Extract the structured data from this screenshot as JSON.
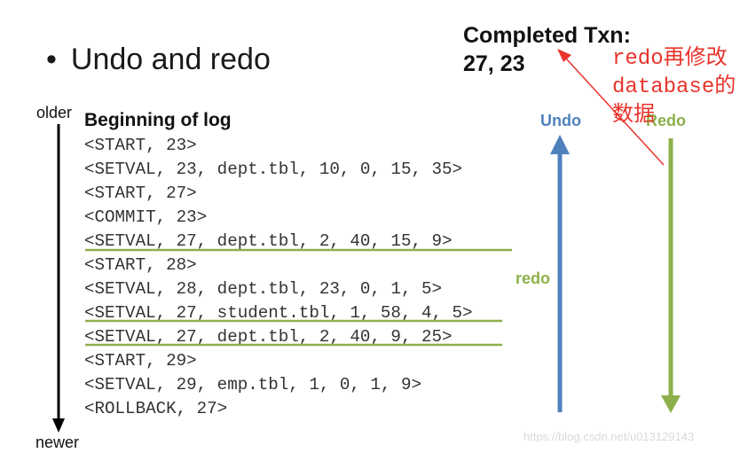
{
  "slide": {
    "bullet": "•",
    "title": "Undo and redo",
    "completed_label": "Completed Txn:",
    "completed_values": "27, 23"
  },
  "axis": {
    "older": "older",
    "newer": "newer"
  },
  "log": {
    "title": "Beginning of log",
    "entries": [
      "<START, 23>",
      "<SETVAL, 23, dept.tbl, 10, 0, 15, 35>",
      "<START, 27>",
      "<COMMIT, 23>",
      "<SETVAL, 27, dept.tbl, 2, 40, 15, 9>",
      "<START, 28>",
      "<SETVAL, 28, dept.tbl, 23, 0, 1, 5>",
      "<SETVAL, 27, student.tbl, 1, 58, 4, 5>",
      "<SETVAL, 27, dept.tbl, 2, 40, 9, 25>",
      "<START, 29>",
      "<SETVAL, 29, emp.tbl, 1, 0, 1, 9>",
      "<ROLLBACK, 27>"
    ],
    "underlined_entries": [
      4,
      7,
      8
    ]
  },
  "arrows": {
    "undo_label": "Undo",
    "redo_label": "Redo",
    "redo_mid_label": "redo"
  },
  "annotation": {
    "line1": "redo再修改",
    "line2": "database的",
    "line3": "数据"
  },
  "watermark": "https://blog.csdn.net/u013129143",
  "colors": {
    "undo": "#4f81bd",
    "redo": "#8db04b",
    "annotation": "#e8342c",
    "underline": "#8db04b"
  }
}
